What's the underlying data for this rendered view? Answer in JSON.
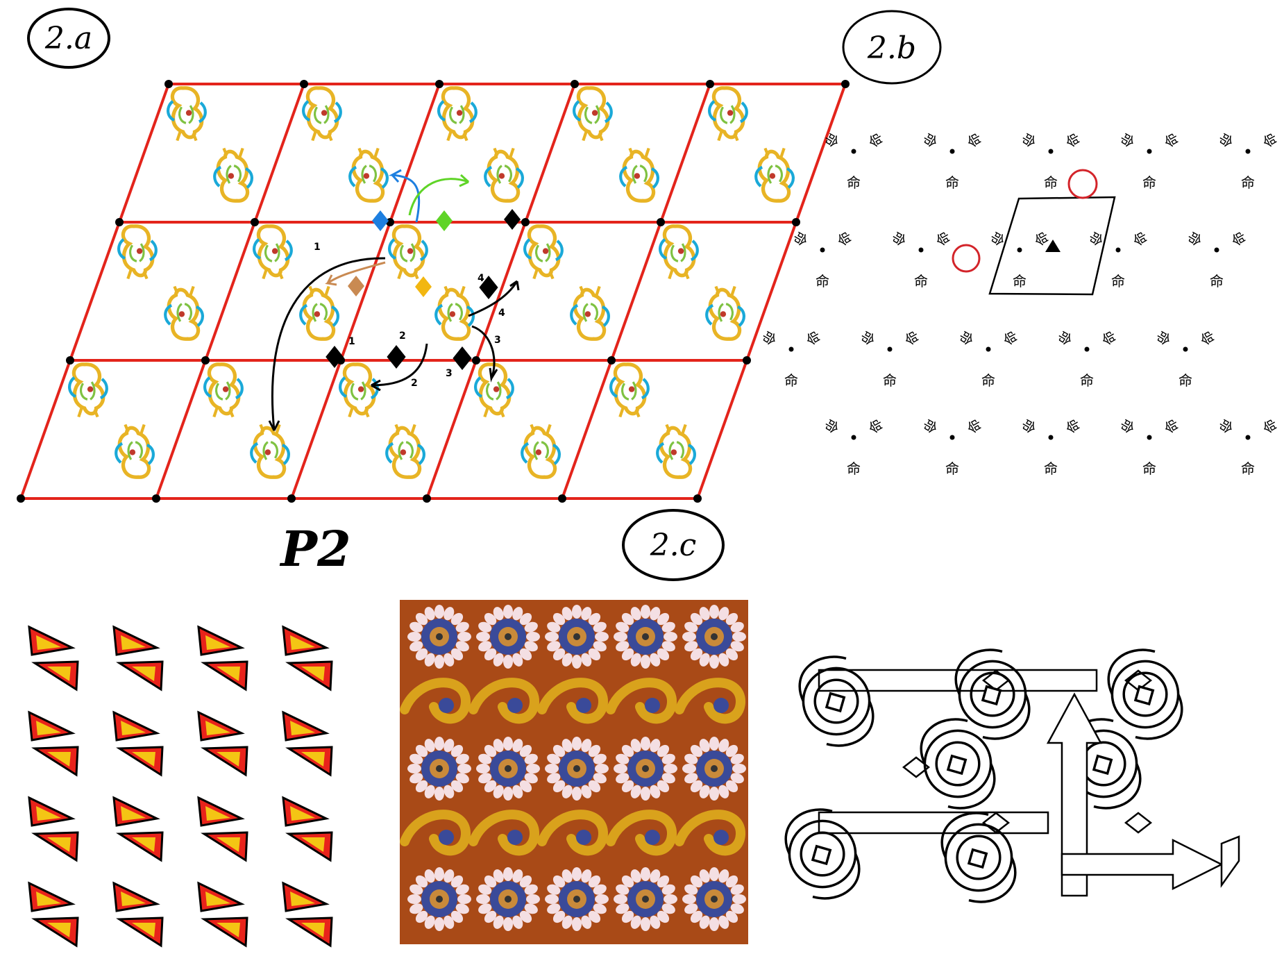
{
  "panels": {
    "a": {
      "label": "2.a",
      "group_label": "P2",
      "arrow_numbers": [
        "1",
        "1",
        "2",
        "2",
        "3",
        "3",
        "4",
        "4"
      ]
    },
    "b": {
      "label": "2.b",
      "motif_a": "命",
      "motif_b": "命"
    },
    "c": {
      "label": "2.c"
    }
  },
  "colors": {
    "lattice": "#e3241b",
    "motif_gold": "#e8b425",
    "motif_cyan": "#1aa9d8",
    "motif_green": "#7fc242",
    "motif_dot": "#c0392b",
    "rot_blue": "#1d7fe0",
    "rot_green": "#5fd427",
    "rot_brown": "#c98a52",
    "rot_yellow": "#f2b711",
    "rot_black": "#000000",
    "circle_red": "#d3242a",
    "tri_outer": "#e8231b",
    "tri_inner": "#f4c514",
    "tile_bg": "#a94a17",
    "flower_petal": "#f4dfe3",
    "flower_core": "#3a4a99",
    "scroll_gold": "#d9a21c"
  },
  "icons": [
    "rotation-center-diamond-icon",
    "rotation-arrow-icon",
    "unit-cell-triangle-icon"
  ]
}
